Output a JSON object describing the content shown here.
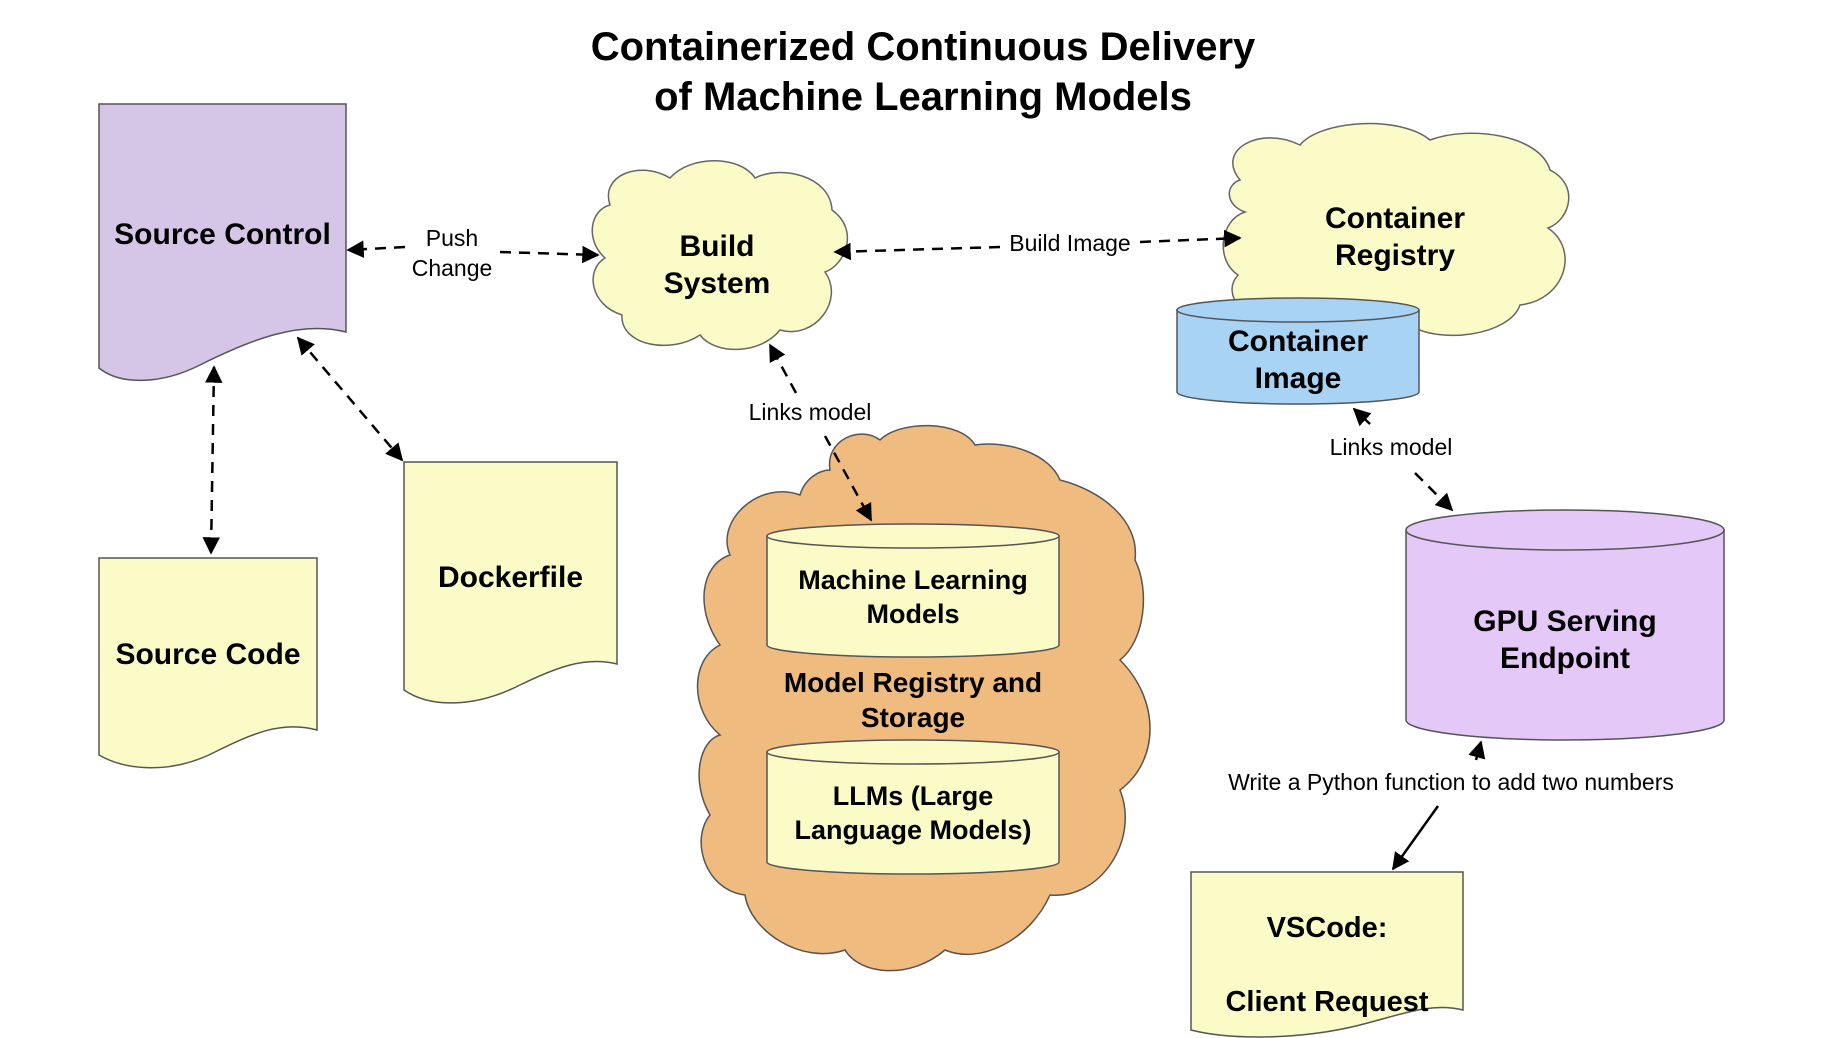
{
  "title": {
    "line1": "Containerized Continuous Delivery",
    "line2": "of Machine Learning Models"
  },
  "nodes": {
    "source_control": {
      "label": "Source Control",
      "color": "#d5c6e8"
    },
    "source_code": {
      "label": "Source Code",
      "color": "#fbfbc8"
    },
    "dockerfile": {
      "label": "Dockerfile",
      "color": "#fbfbc8"
    },
    "build_system": {
      "label_line1": "Build",
      "label_line2": "System",
      "color": "#fbfbc8"
    },
    "container_registry": {
      "label_line1": "Container",
      "label_line2": "Registry",
      "color": "#fbfbc8"
    },
    "container_image": {
      "label_line1": "Container",
      "label_line2": "Image",
      "color": "#a8d3f5"
    },
    "model_registry": {
      "label_line1": "Model Registry and",
      "label_line2": "Storage",
      "color": "#f0bb7f"
    },
    "ml_models": {
      "label_line1": "Machine Learning",
      "label_line2": "Models",
      "color": "#fbfbc8"
    },
    "llms": {
      "label_line1": "LLMs (Large",
      "label_line2": "Language Models)",
      "color": "#fbfbc8"
    },
    "gpu_endpoint": {
      "label_line1": "GPU Serving",
      "label_line2": "Endpoint",
      "color": "#e4c8f7"
    },
    "vscode": {
      "label_line1": "VSCode:",
      "label_line2": "Client Request",
      "color": "#fbfbc8"
    }
  },
  "edges": {
    "push_change": {
      "line1": "Push",
      "line2": "Change"
    },
    "build_image": "Build Image",
    "links_model_build": "Links model",
    "links_model_registry": "Links model",
    "client_request_text": "Write a Python function to add two numbers"
  }
}
